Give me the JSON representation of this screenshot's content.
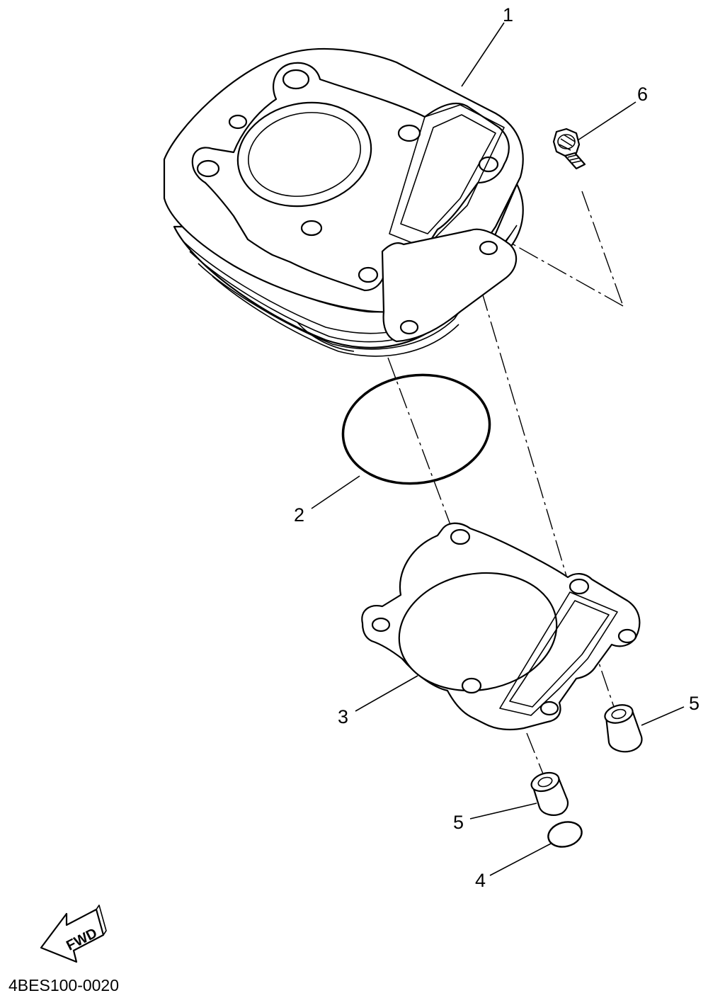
{
  "diagram": {
    "drawing_code": "4BES100-0020",
    "direction_label": "FWD",
    "callouts": [
      {
        "id": "cylinder",
        "label": "1"
      },
      {
        "id": "o-ring-large",
        "label": "2"
      },
      {
        "id": "cylinder-gasket",
        "label": "3"
      },
      {
        "id": "o-ring-small",
        "label": "4"
      },
      {
        "id": "dowel-pin-right",
        "label": "5"
      },
      {
        "id": "dowel-pin-left",
        "label": "5"
      },
      {
        "id": "bolt",
        "label": "6"
      }
    ]
  }
}
